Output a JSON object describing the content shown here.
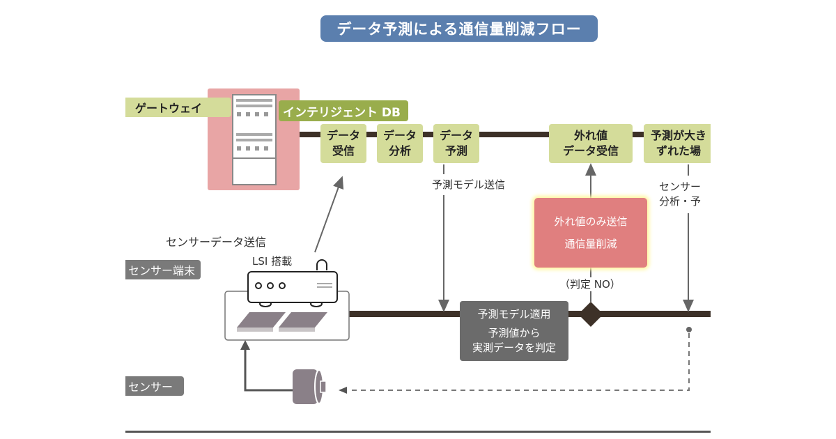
{
  "title": "データ予測による通信量削減フロー",
  "lanes": {
    "gateway": "ゲートウェイ",
    "sensor_terminal": "センサー端末",
    "sensor": "センサー"
  },
  "gateway": {
    "db_label": "インテリジェント DB",
    "steps": [
      {
        "line1": "データ",
        "line2": "受信"
      },
      {
        "line1": "データ",
        "line2": "分析"
      },
      {
        "line1": "データ",
        "line2": "予測"
      },
      {
        "line1": "外れ値",
        "line2": "データ受信"
      },
      {
        "line1": "予測が大き",
        "line2": "ずれた場"
      }
    ]
  },
  "notes": {
    "model_send": "予測モデル送信",
    "sensor_data_send": "センサーデータ送信",
    "lsi": "LSI 搭載",
    "reanalysis_line1": "センサー",
    "reanalysis_line2": "分析・予",
    "judge_no": "（判定 NO）"
  },
  "outlier_box": {
    "line1": "外れ値のみ送信",
    "line2": "通信量削減"
  },
  "model_box": {
    "heading": "予測モデル適用",
    "line1": "予測値から",
    "line2": "実測データを判定"
  },
  "colors": {
    "title_bg": "#5b7fae",
    "step_bg": "#d4dc9a",
    "db_tag_bg": "#99ad4c",
    "gateway_bg": "#e8a5a5",
    "outlier_bg": "#e07f7f",
    "model_bg": "#6b6b6b",
    "flow_line": "#3d3128"
  }
}
